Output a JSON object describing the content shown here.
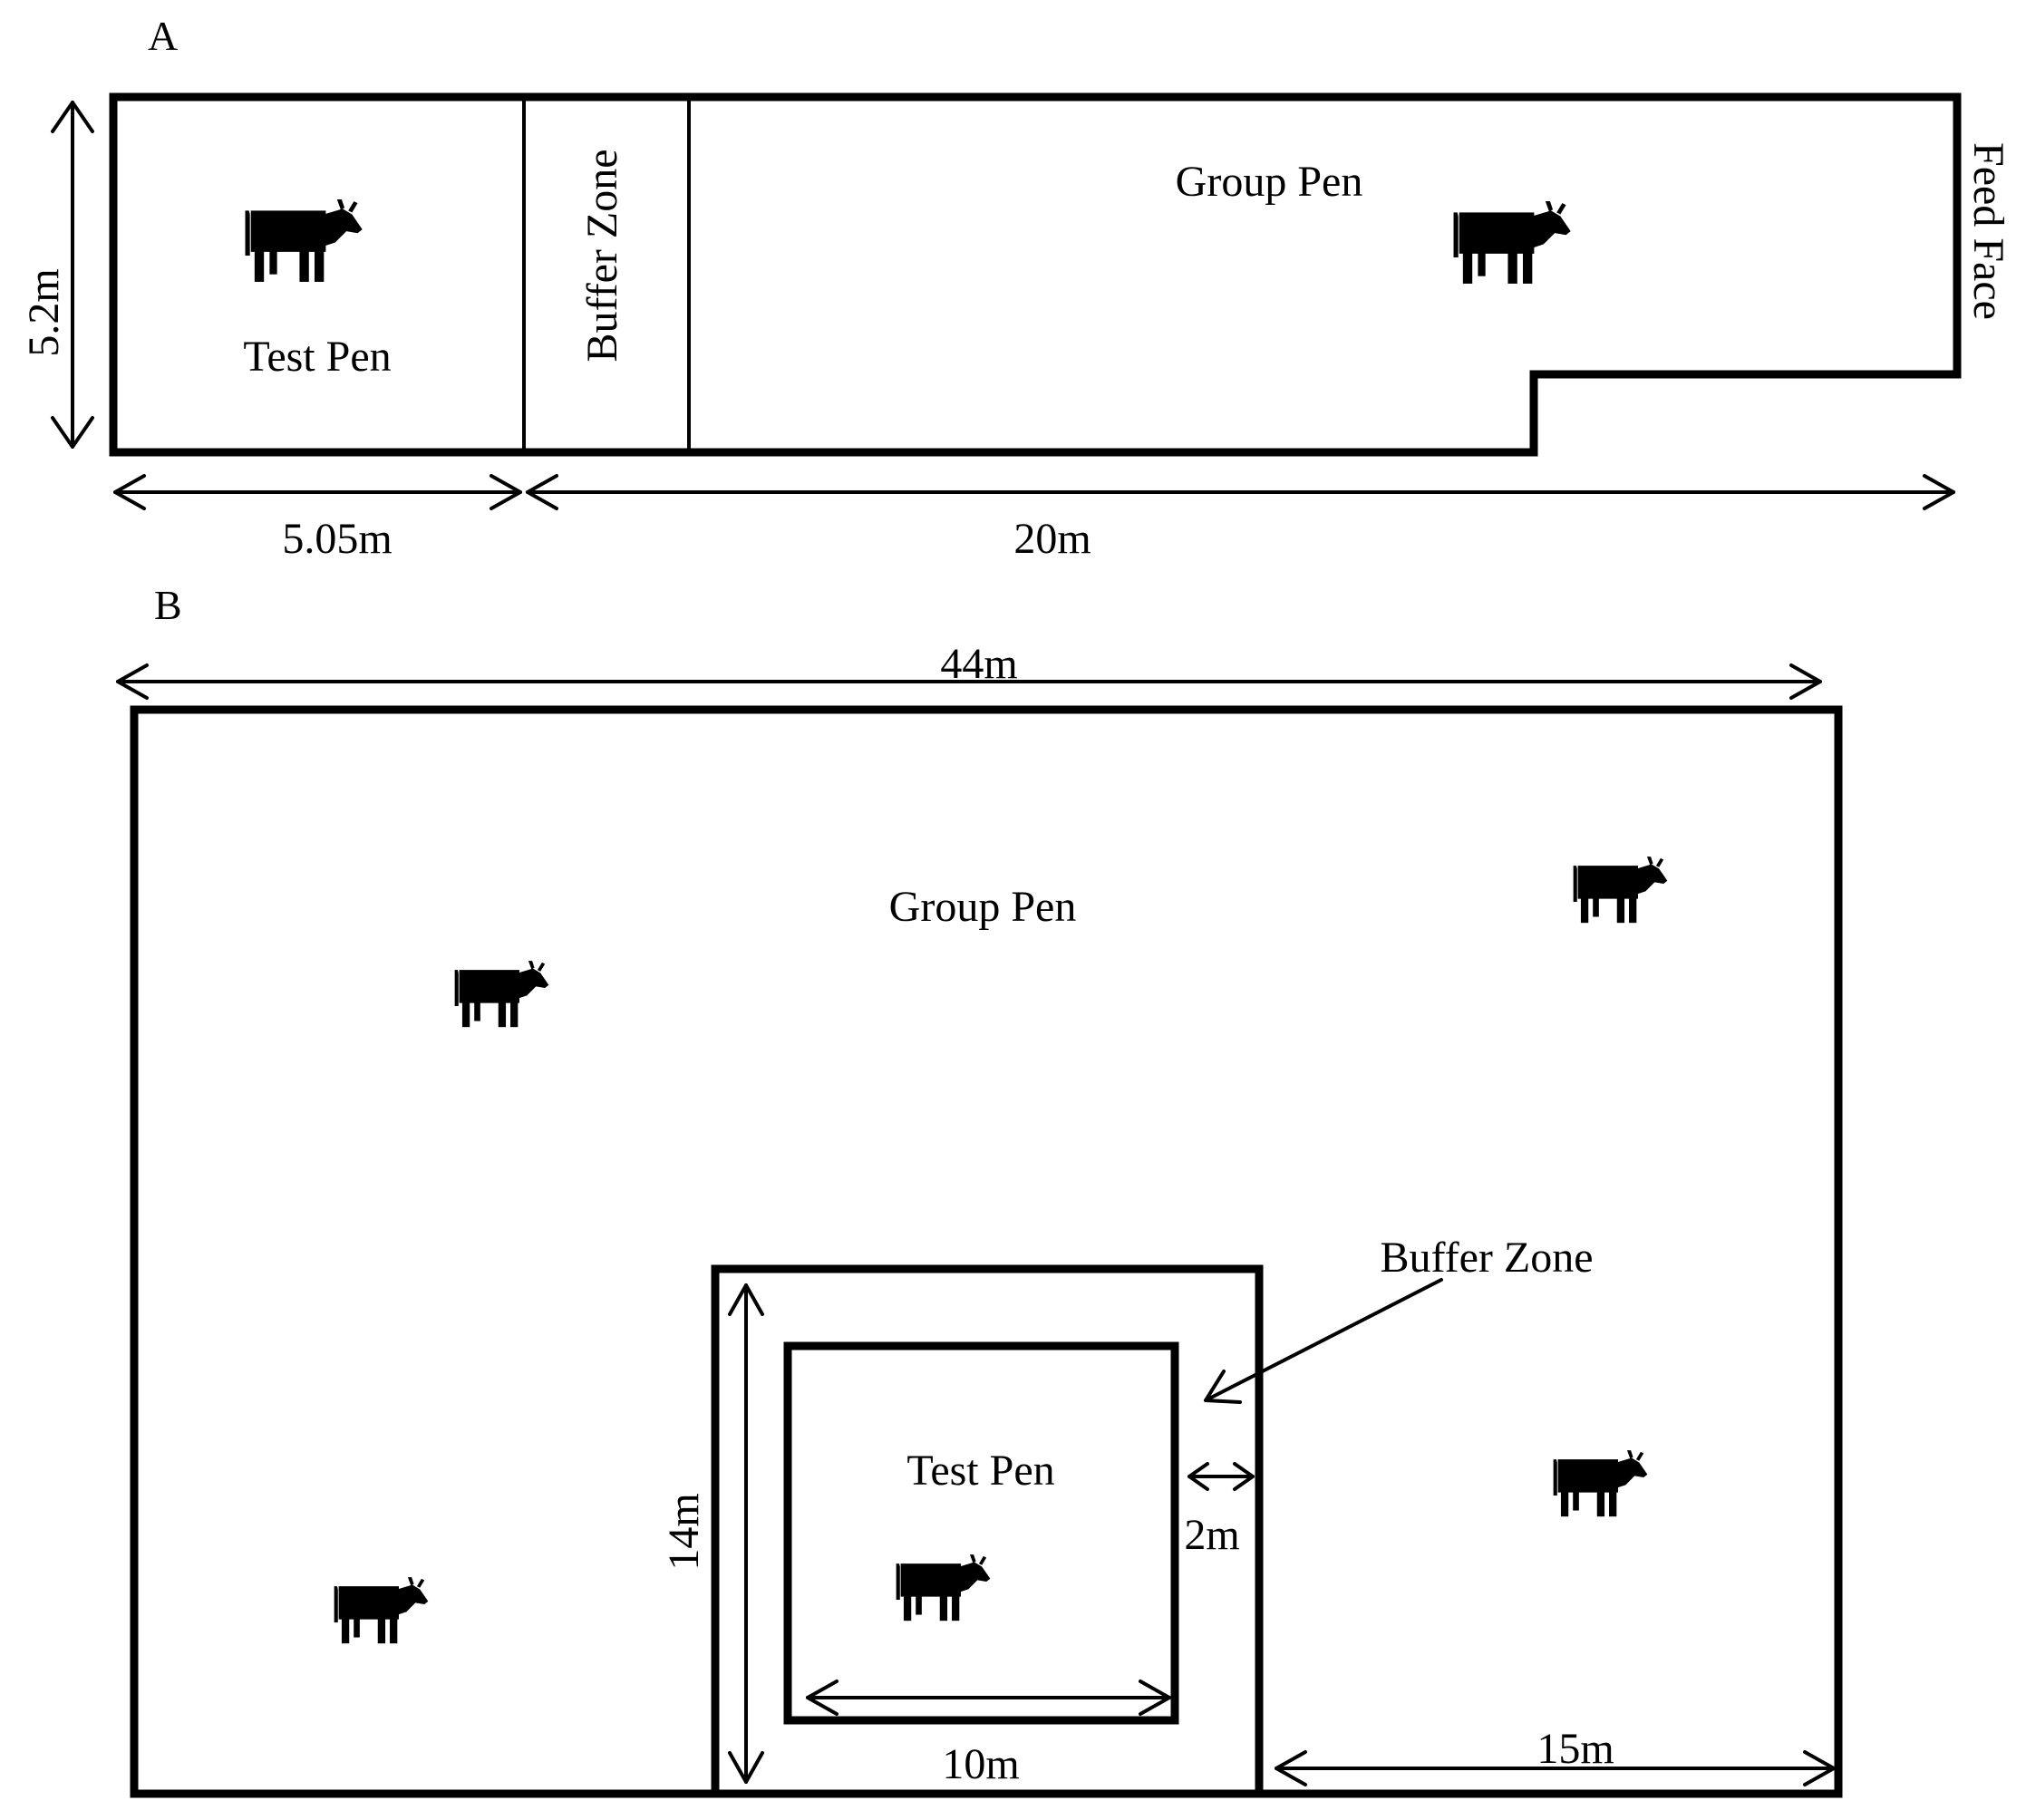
{
  "panel_a": {
    "letter": "A",
    "test_pen": "Test Pen",
    "buffer_zone": "Buffer Zone",
    "group_pen": "Group Pen",
    "feed_face": "Feed Face",
    "dim_height": "5.2m",
    "dim_test_width": "5.05m",
    "dim_group_width": "20m"
  },
  "panel_b": {
    "letter": "B",
    "group_pen": "Group Pen",
    "buffer_zone": "Buffer Zone",
    "test_pen": "Test Pen",
    "dim_total_width": "44m",
    "dim_buffer_height": "14m",
    "dim_buffer_gap": "2m",
    "dim_test_width": "10m",
    "dim_right_width": "15m"
  },
  "icons": {
    "animal": "cow-icon"
  }
}
